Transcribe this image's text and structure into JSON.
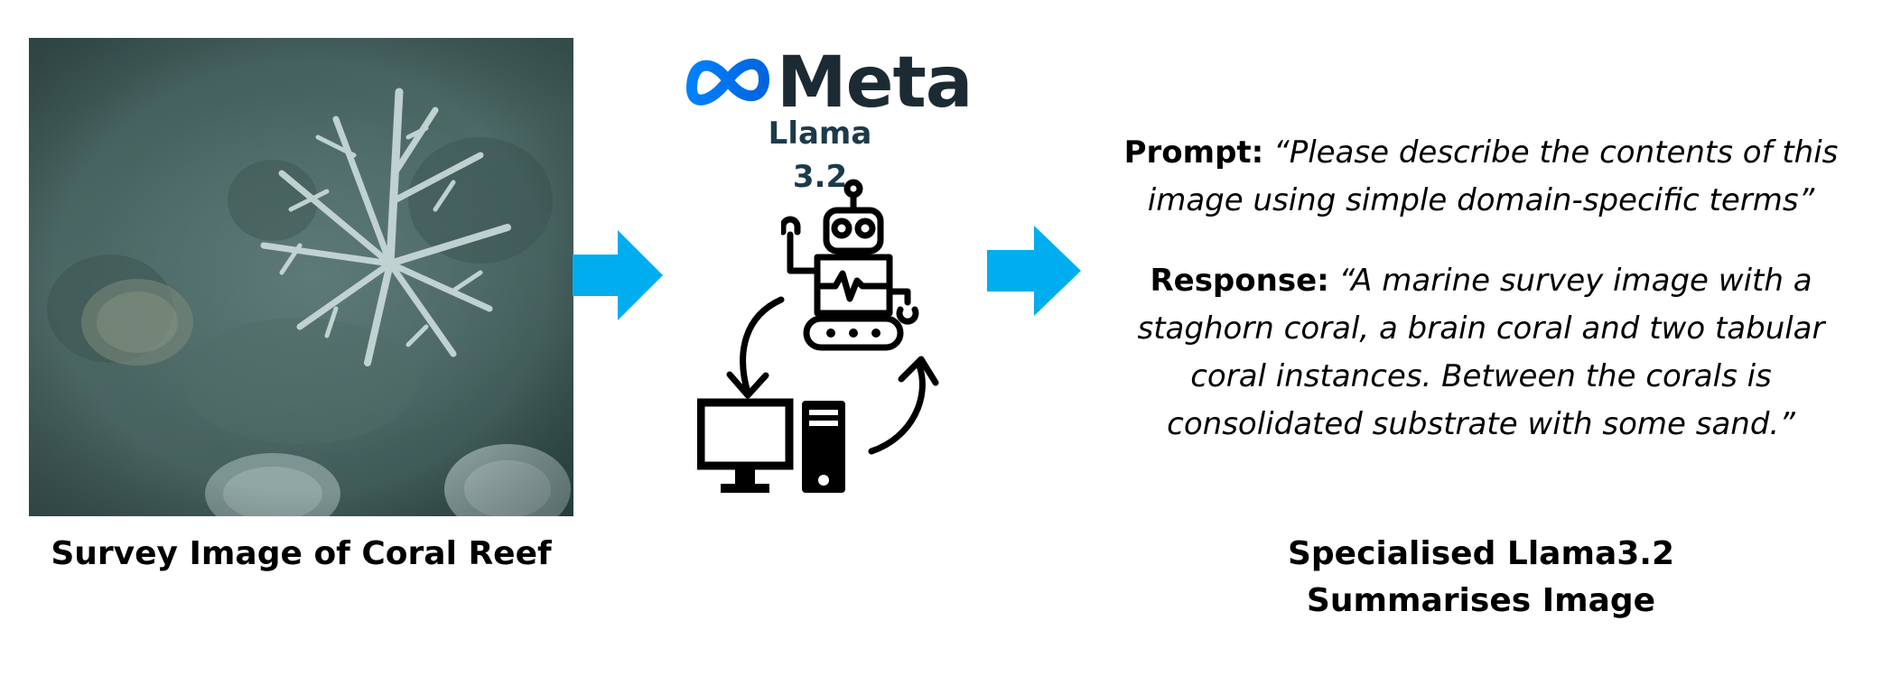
{
  "left_panel": {
    "caption": "Survey Image of Coral Reef"
  },
  "model": {
    "brand": "Meta",
    "version_label": "Llama 3.2",
    "icons": [
      "meta-infinity-logo",
      "robot-icon",
      "desktop-computer-icon",
      "cycle-arrow-icon"
    ]
  },
  "right_panel": {
    "prompt_label": "Prompt:",
    "prompt_lines": [
      "“Please describe the contents of this",
      "image using simple domain-specific terms”"
    ],
    "response_label": "Response:",
    "response_lines": [
      "“A marine survey image with a",
      "staghorn coral, a brain coral and two tabular",
      "coral instances. Between the corals is",
      "consolidated substrate with some sand.”"
    ],
    "caption_lines": [
      "Specialised Llama3.2",
      "Summarises Image"
    ]
  },
  "colors": {
    "arrow": "#00aeef",
    "meta_blue": "#0668e1",
    "meta_text": "#1c2b33"
  }
}
